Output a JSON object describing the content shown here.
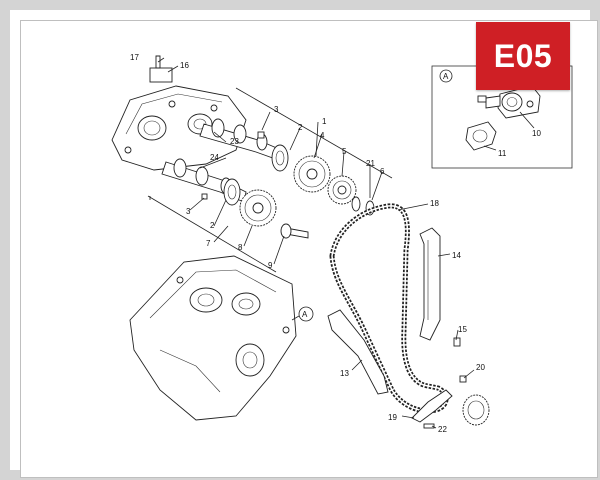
{
  "section_code": "E05",
  "callouts": [
    {
      "id": "c1",
      "text": "1"
    },
    {
      "id": "c2a",
      "text": "2"
    },
    {
      "id": "c2b",
      "text": "2"
    },
    {
      "id": "c3a",
      "text": "3"
    },
    {
      "id": "c3b",
      "text": "3"
    },
    {
      "id": "c4",
      "text": "4"
    },
    {
      "id": "c5",
      "text": "5"
    },
    {
      "id": "c6",
      "text": "6"
    },
    {
      "id": "c7",
      "text": "7"
    },
    {
      "id": "c8",
      "text": "8"
    },
    {
      "id": "c9",
      "text": "9"
    },
    {
      "id": "c10",
      "text": "10"
    },
    {
      "id": "c11",
      "text": "11"
    },
    {
      "id": "c13",
      "text": "13"
    },
    {
      "id": "c14",
      "text": "14"
    },
    {
      "id": "c15",
      "text": "15"
    },
    {
      "id": "c16",
      "text": "16"
    },
    {
      "id": "c17",
      "text": "17"
    },
    {
      "id": "c18",
      "text": "18"
    },
    {
      "id": "c19",
      "text": "19"
    },
    {
      "id": "c20",
      "text": "20"
    },
    {
      "id": "c21",
      "text": "21"
    },
    {
      "id": "c22",
      "text": "22"
    },
    {
      "id": "c23",
      "text": "23"
    },
    {
      "id": "c24",
      "text": "24"
    }
  ],
  "detail_marker": "A",
  "inset_marker": "A",
  "colors": {
    "badge": "#cf1f25",
    "badge_text": "#ffffff",
    "frame": "#d4d4d4"
  }
}
